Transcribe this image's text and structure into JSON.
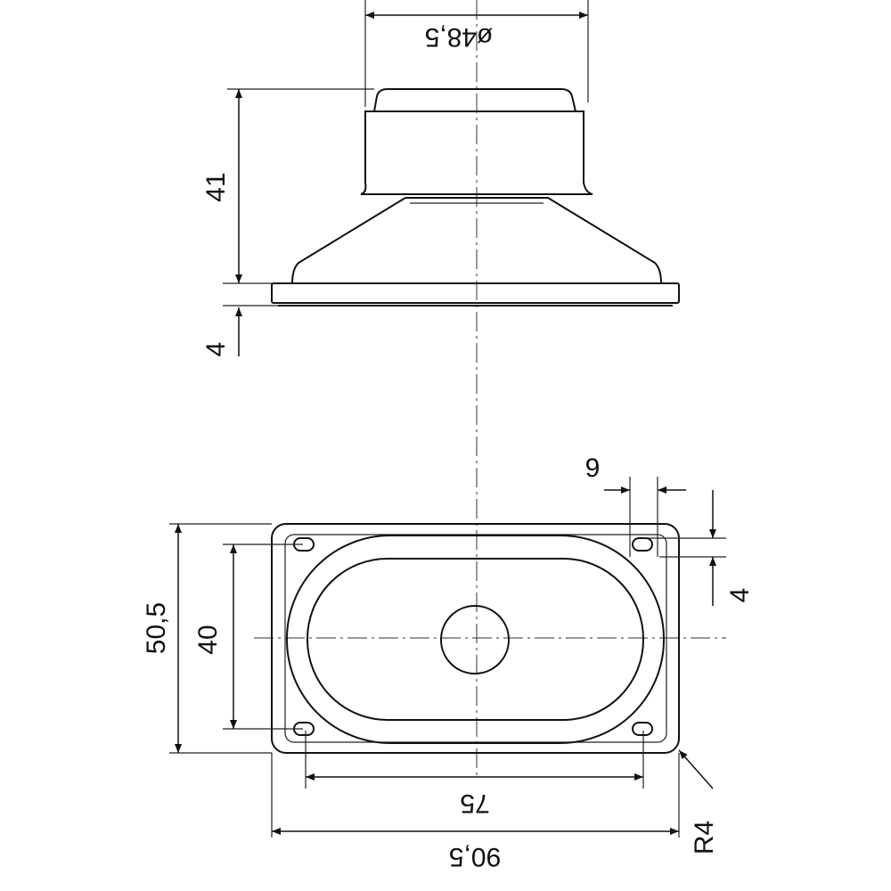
{
  "drawing": {
    "title": "Oval loudspeaker dimension drawing",
    "dimensions": {
      "diameter": "ø48,5",
      "height_body": "41",
      "height_flange": "4",
      "hole_offset_x": "9",
      "hole_offset_y": "4",
      "frame_height": "50,5",
      "hole_spacing_y": "40",
      "hole_spacing_x": "75",
      "frame_width": "90,5",
      "corner_radius": "R4"
    },
    "line_color": "#111111"
  }
}
